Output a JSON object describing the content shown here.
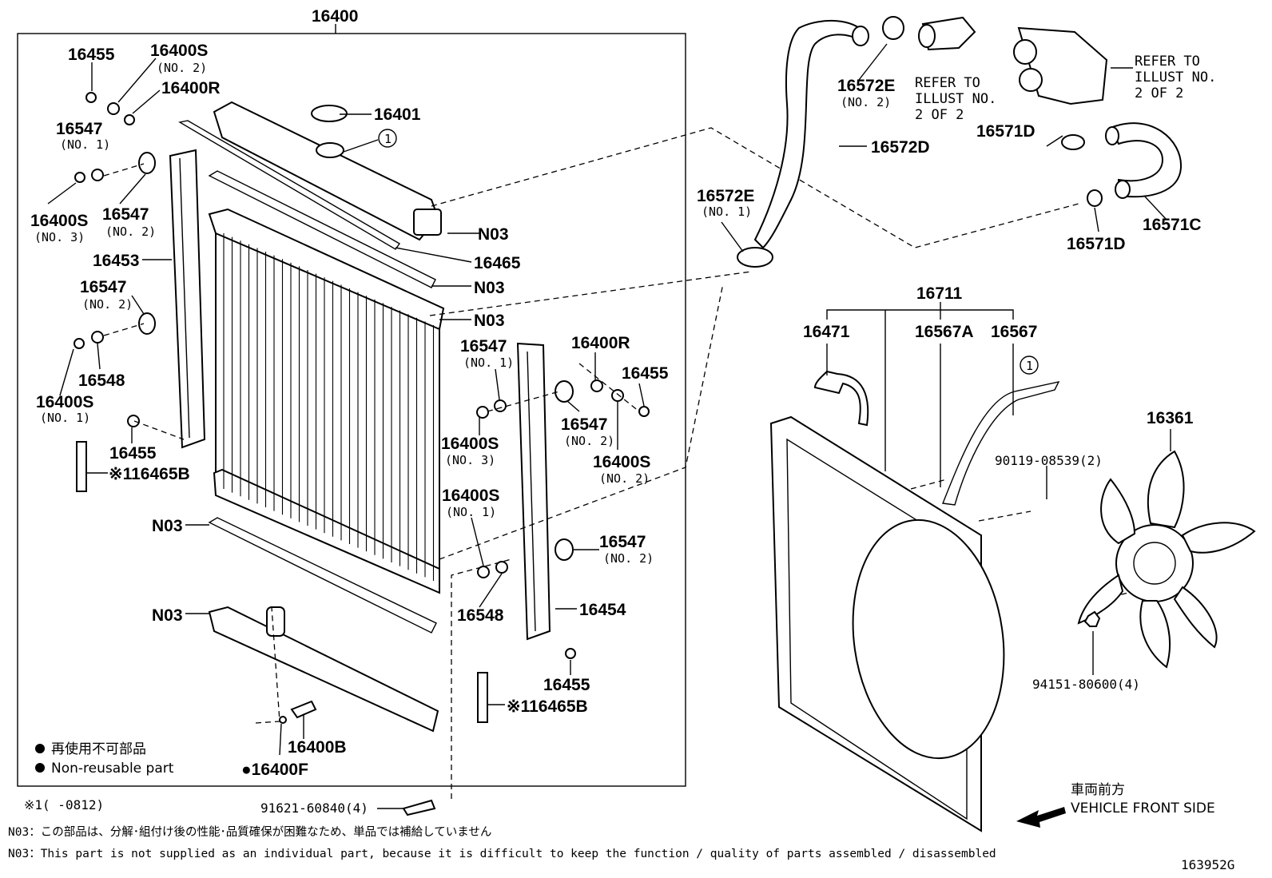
{
  "diagram_id": "163952G",
  "group_label": "16400",
  "fan_shroud_group_label": "16711",
  "callout_mark": "1",
  "labels": {
    "l_16455_a": "16455",
    "l_16400S_top": "16400S",
    "l_16400S_top_sub": "(NO. 2)",
    "l_16400R_top": "16400R",
    "l_16401": "16401",
    "l_16547_a": "16547",
    "l_16547_a_sub": "(NO. 1)",
    "l_16400S_b": "16400S",
    "l_16400S_b_sub": "(NO. 3)",
    "l_16547_b": "16547",
    "l_16547_b_sub": "(NO. 2)",
    "l_16453": "16453",
    "l_16547_c": "16547",
    "l_16547_c_sub": "(NO. 2)",
    "l_16548_a": "16548",
    "l_16400S_c": "16400S",
    "l_16400S_c_sub": "(NO. 1)",
    "l_16455_b": "16455",
    "l_16465B_a": "※116465B",
    "l_N03_1": "N03",
    "l_16465": "16465",
    "l_N03_2": "N03",
    "l_N03_3": "N03",
    "l_16547_d": "16547",
    "l_16547_d_sub": "(NO. 1)",
    "l_16400R_b": "16400R",
    "l_16455_c": "16455",
    "l_16547_e": "16547",
    "l_16547_e_sub": "(NO. 2)",
    "l_16400S_d": "16400S",
    "l_16400S_d_sub": "(NO. 3)",
    "l_16400S_e": "16400S",
    "l_16400S_e_sub": "(NO. 2)",
    "l_16400S_f": "16400S",
    "l_16400S_f_sub": "(NO. 1)",
    "l_16547_f": "16547",
    "l_16547_f_sub": "(NO. 2)",
    "l_16548_b": "16548",
    "l_16454": "16454",
    "l_16455_d": "16455",
    "l_16465B_b": "※116465B",
    "l_N03_4": "N03",
    "l_N03_5": "N03",
    "l_16400B": "16400B",
    "l_16400F": "●16400F",
    "l_91621": "91621-60840(4)",
    "l_16572E_a": "16572E",
    "l_16572E_a_sub": "(NO. 2)",
    "l_16572D": "16572D",
    "l_16572E_b": "16572E",
    "l_16572E_b_sub": "(NO. 1)",
    "l_16571D_a": "16571D",
    "l_16571C": "16571C",
    "l_16571D_b": "16571D",
    "l_16471": "16471",
    "l_16567A": "16567A",
    "l_16567": "16567",
    "l_16361": "16361",
    "l_90119": "90119-08539(2)",
    "l_94151": "94151-80600(4)"
  },
  "refer_notes": [
    [
      "REFER TO",
      "ILLUST NO.",
      "2 OF 2"
    ],
    [
      "REFER TO",
      "ILLUST NO.",
      "2 OF 2"
    ]
  ],
  "legend": {
    "jp": "再使用不可部品",
    "en": "Non-reusable part",
    "period": "※1(    -0812)"
  },
  "front_side": {
    "jp": "車両前方",
    "en": "VEHICLE FRONT SIDE"
  },
  "footnotes": {
    "jp": "N03：この部品は、分解･組付け後の性能･品質確保が困難なため、単品では補給していません",
    "en": "N03：This part is not supplied as an individual part, because it is difficult to keep the function / quality of parts assembled / disassembled"
  }
}
